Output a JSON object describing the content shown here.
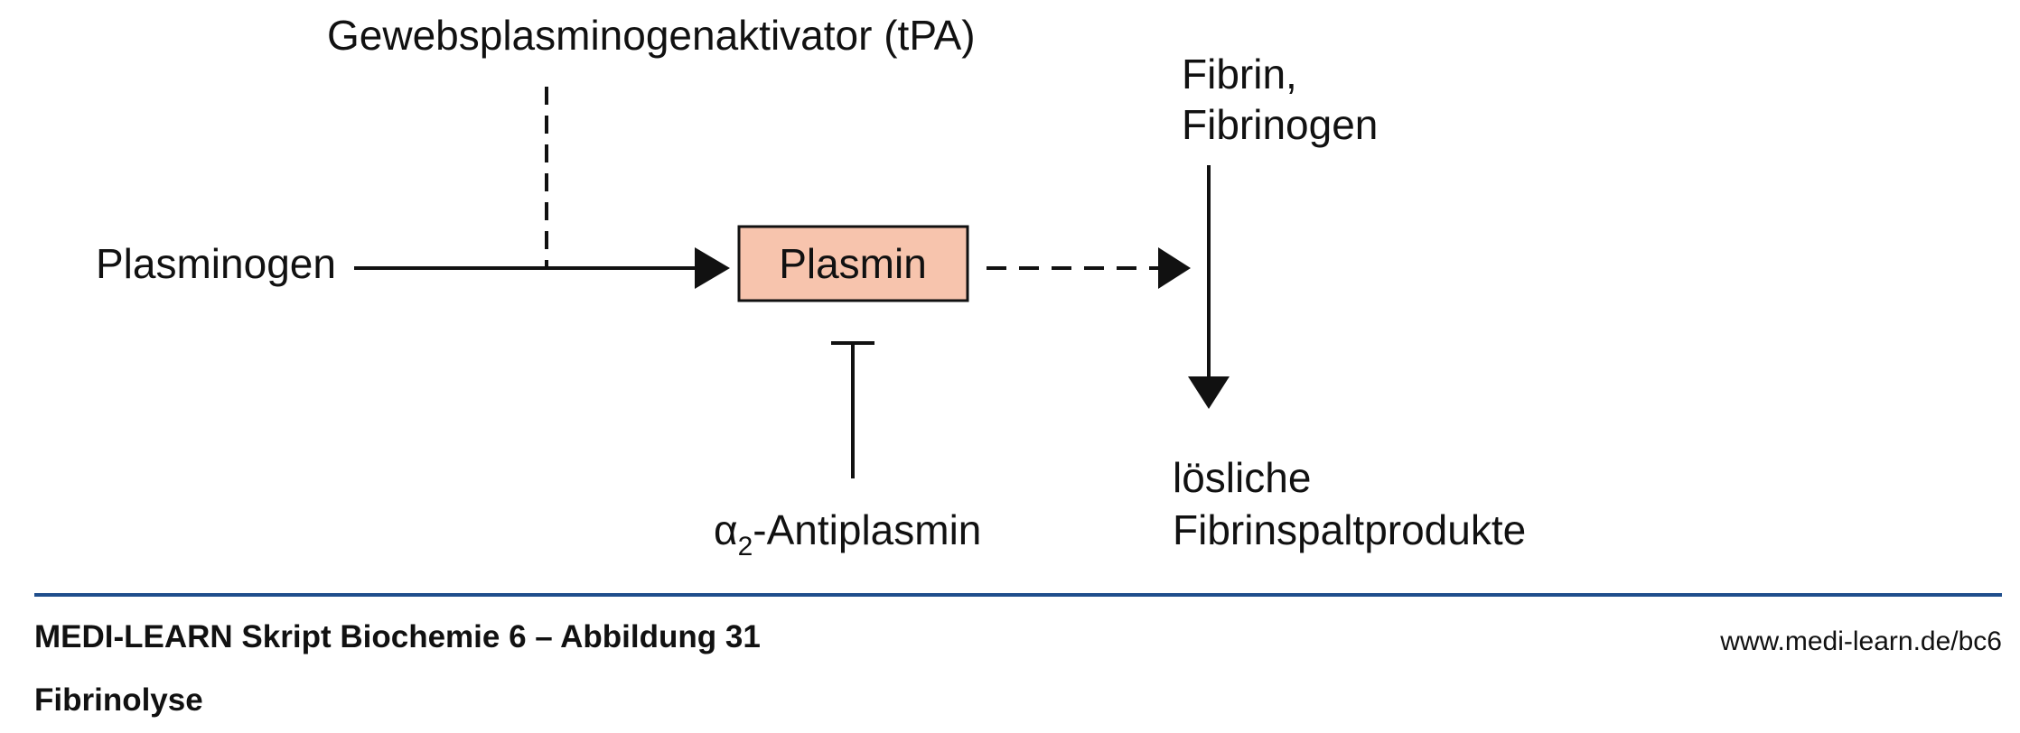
{
  "diagram": {
    "nodes": {
      "tpa": "Gewebsplasminogenaktivator (tPA)",
      "plasminogen": "Plasminogen",
      "plasmin": "Plasmin",
      "fibrin_line1": "Fibrin,",
      "fibrin_line2": "Fibrinogen",
      "antiplasmin_symbol": "α",
      "antiplasmin_sub": "2",
      "antiplasmin_rest": "-Antiplasmin",
      "products_line1": "lösliche",
      "products_line2": "Fibrinspaltprodukte"
    },
    "colors": {
      "plasmin_fill": "#f7c4ad",
      "rule": "#1f4e8c",
      "ink": "#111111"
    }
  },
  "footer": {
    "title": "MEDI-LEARN Skript Biochemie 6 – Abbildung 31",
    "subtitle": "Fibrinolyse",
    "url": "www.medi-learn.de/bc6"
  }
}
